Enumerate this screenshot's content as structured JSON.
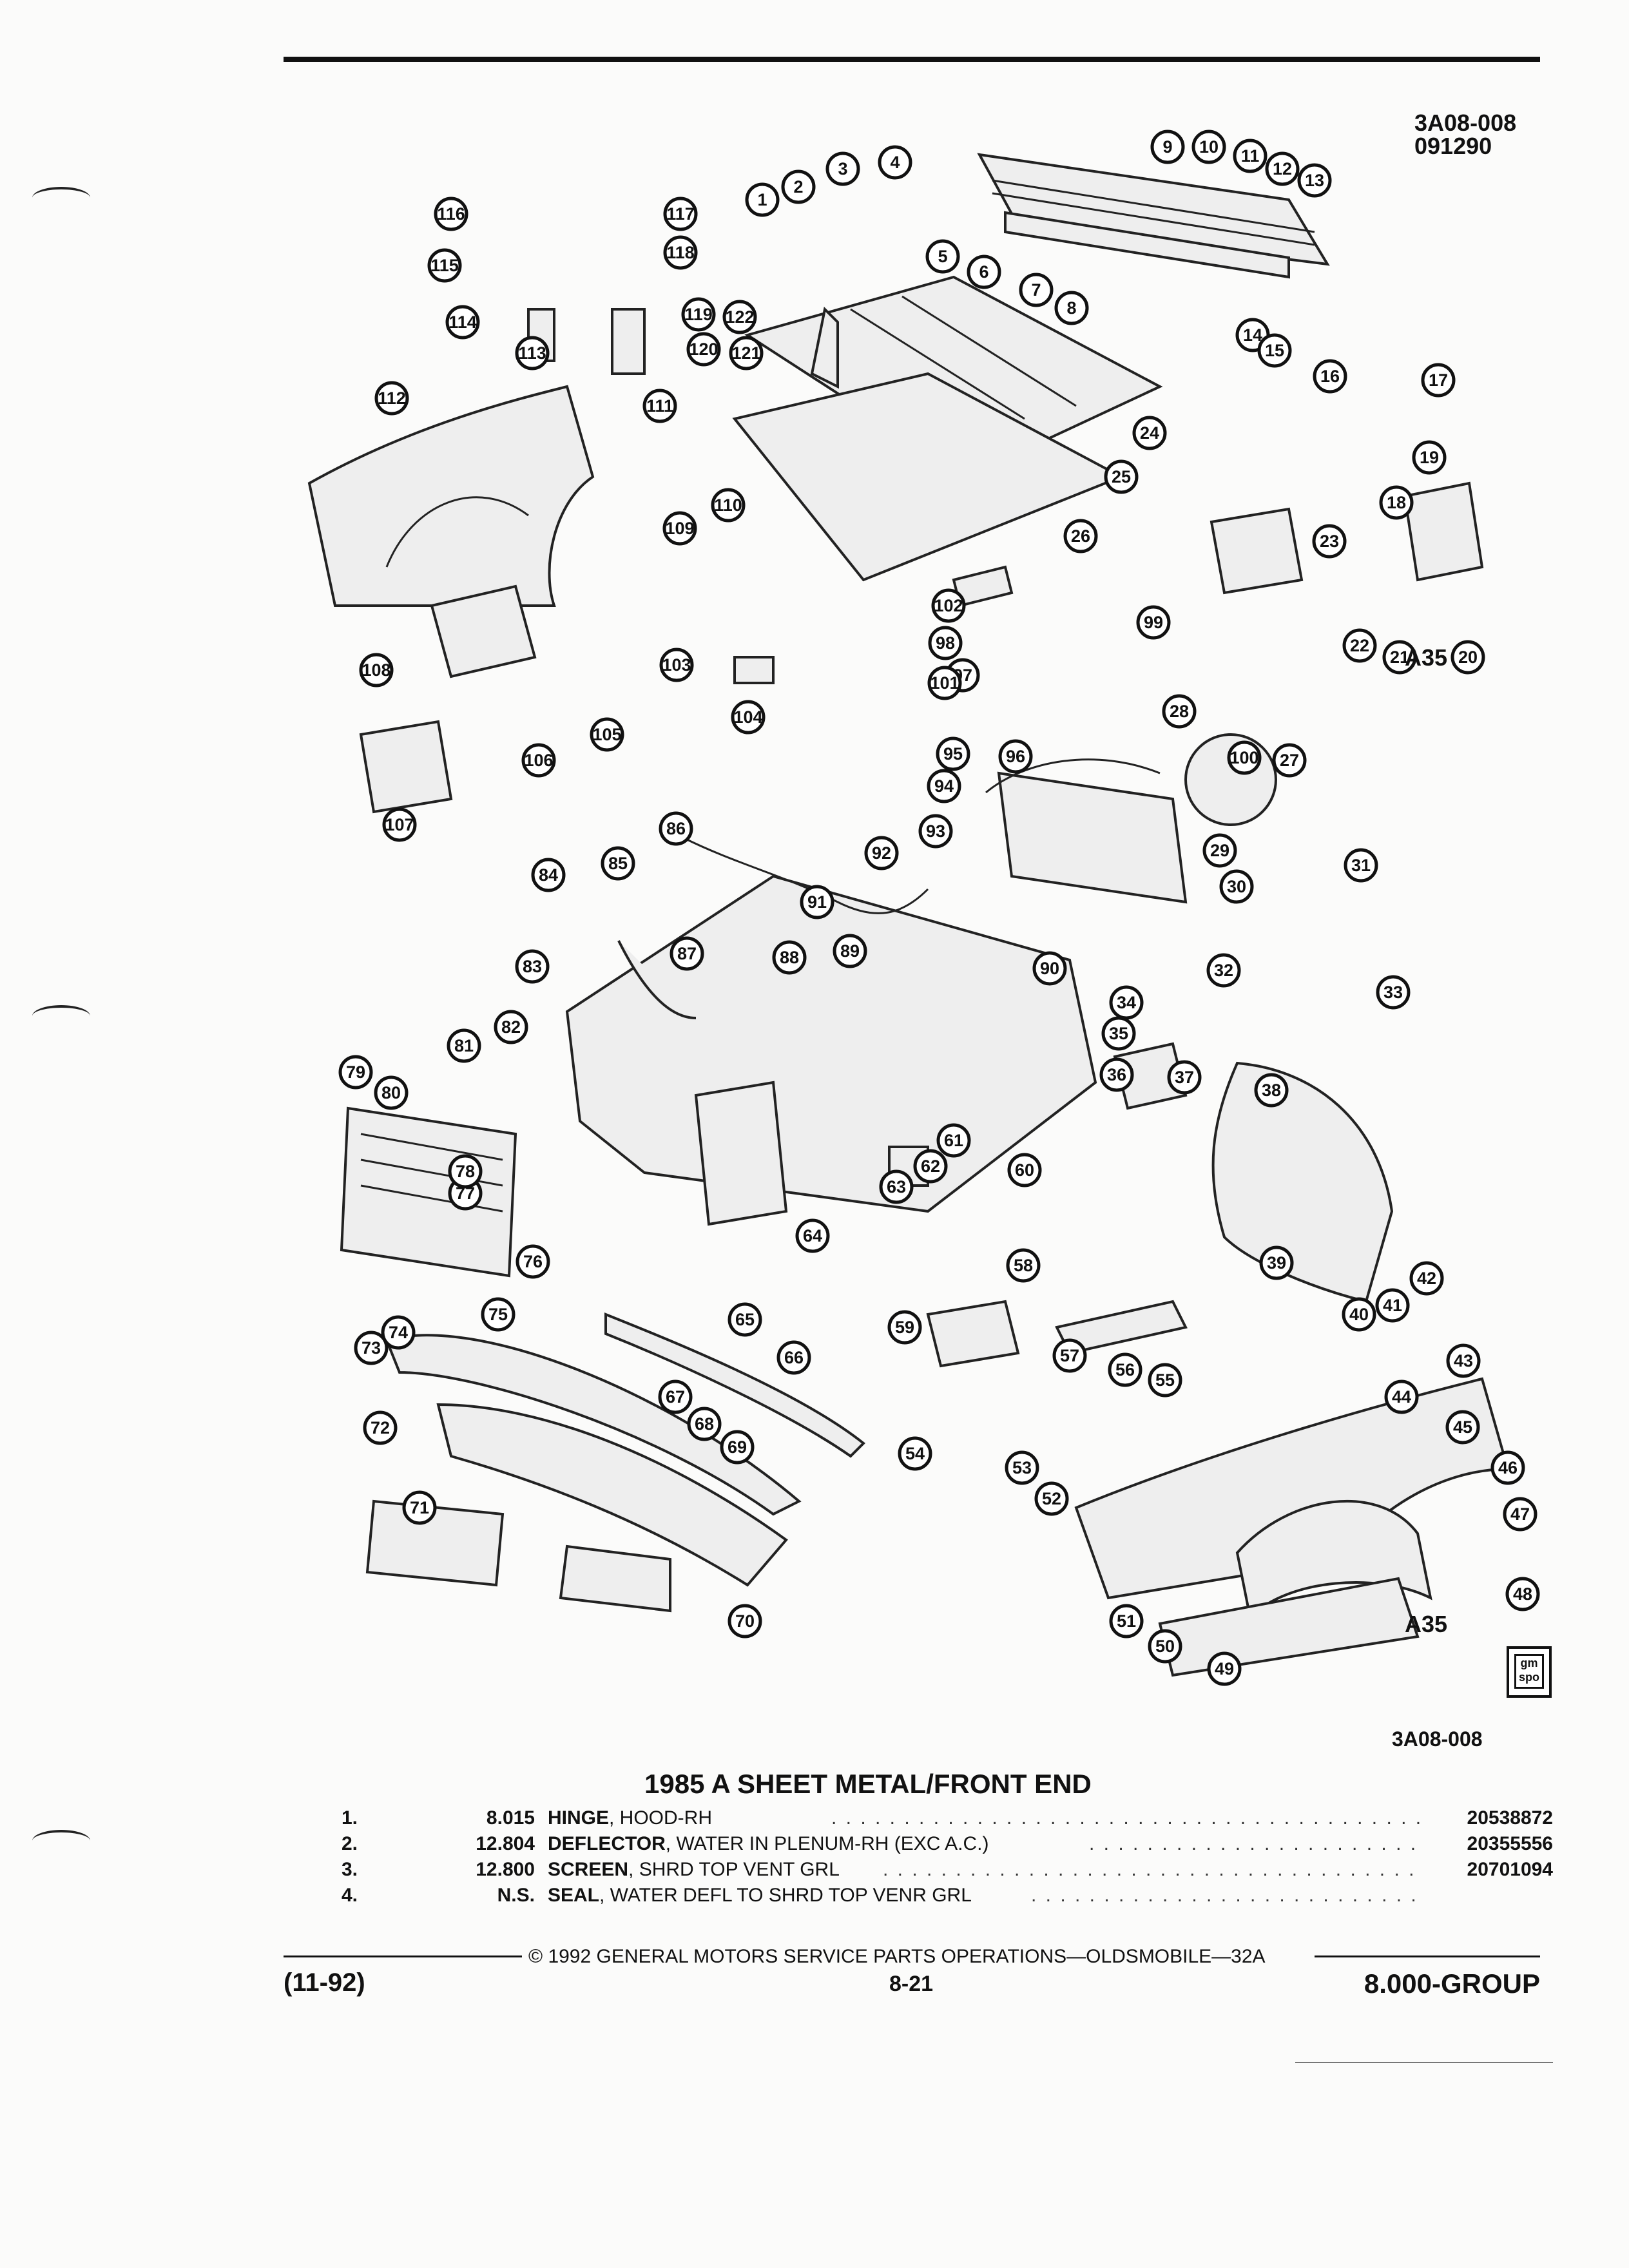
{
  "header": {
    "code": "3A08-008",
    "date_code": "091290"
  },
  "figure": {
    "ref_code": "3A08-008",
    "variant_label": "A35",
    "logo_text": "gm spo",
    "callouts": [
      "1",
      "2",
      "3",
      "4",
      "5",
      "6",
      "7",
      "8",
      "9",
      "10",
      "11",
      "12",
      "13",
      "14",
      "15",
      "16",
      "17",
      "18",
      "19",
      "20",
      "21",
      "22",
      "23",
      "24",
      "25",
      "26",
      "27",
      "28",
      "29",
      "30",
      "31",
      "32",
      "33",
      "34",
      "35",
      "36",
      "37",
      "38",
      "39",
      "40",
      "41",
      "42",
      "43",
      "44",
      "45",
      "46",
      "47",
      "48",
      "49",
      "50",
      "51",
      "52",
      "53",
      "54",
      "55",
      "56",
      "57",
      "58",
      "59",
      "60",
      "61",
      "62",
      "63",
      "64",
      "65",
      "66",
      "67",
      "68",
      "69",
      "70",
      "71",
      "72",
      "73",
      "74",
      "75",
      "76",
      "77",
      "78",
      "79",
      "80",
      "81",
      "82",
      "83",
      "84",
      "85",
      "86",
      "87",
      "88",
      "89",
      "90",
      "91",
      "92",
      "93",
      "94",
      "95",
      "96",
      "97",
      "98",
      "99",
      "100",
      "101",
      "102",
      "103",
      "104",
      "105",
      "106",
      "107",
      "108",
      "109",
      "110",
      "111",
      "112",
      "113",
      "114",
      "115",
      "116",
      "117",
      "118",
      "119",
      "120",
      "121",
      "122"
    ]
  },
  "title": "1985 A SHEET METAL/FRONT END",
  "parts": [
    {
      "num": "1.",
      "group": "8.015",
      "name": "HINGE",
      "desc": ", HOOD-RH",
      "part_no": "20538872"
    },
    {
      "num": "2.",
      "group": "12.804",
      "name": "DEFLECTOR",
      "desc": ", WATER IN PLENUM-RH (EXC A.C.)",
      "part_no": "20355556"
    },
    {
      "num": "3.",
      "group": "12.800",
      "name": "SCREEN",
      "desc": ", SHRD TOP VENT GRL",
      "part_no": "20701094"
    },
    {
      "num": "4.",
      "group": "N.S.",
      "name": "SEAL",
      "desc": ", WATER DEFL TO SHRD TOP VENR GRL",
      "part_no": ""
    }
  ],
  "footer": {
    "copyright": "©  1992  GENERAL MOTORS SERVICE PARTS OPERATIONS—OLDSMOBILE—32A",
    "date": "(11-92)",
    "page": "8-21",
    "group": "8.000-GROUP"
  }
}
